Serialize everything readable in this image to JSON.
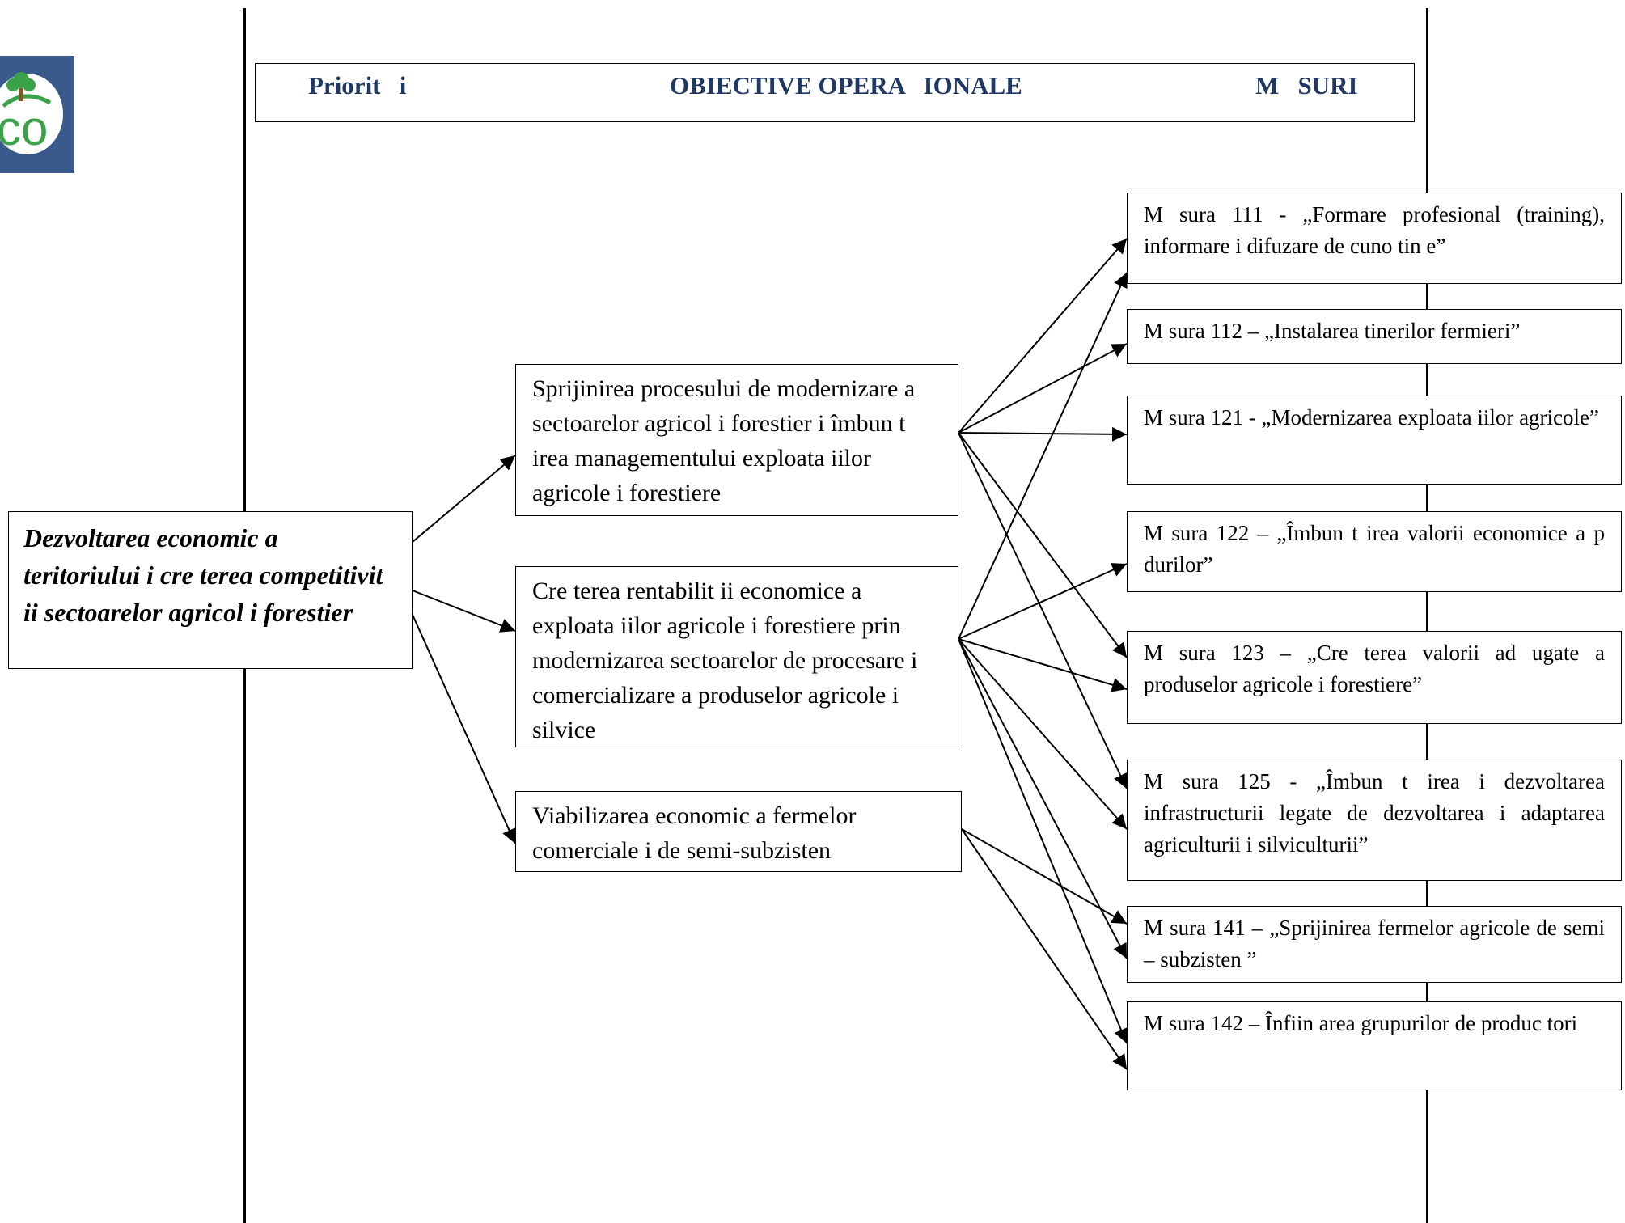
{
  "header": {
    "priorities": "Priorit   i",
    "objectives": "OBIECTIVE OPERA   IONALE",
    "measures": "M   SURI"
  },
  "priority": {
    "text": "Dezvoltarea economic   a teritoriului  i cre  terea competitivit   ii sectoarelor agricol  i forestier"
  },
  "objectives": [
    {
      "text": "Sprijinirea procesului de modernizare a sectoarelor agricol   i forestier  i îmbun  t   irea managementului exploata iilor agricole   i forestiere"
    },
    {
      "text": "Cre  terea rentabilit   ii economice a exploata iilor agricole   i forestiere prin modernizarea sectoarelor de procesare  i comercializare a produselor agricole  i silvice"
    },
    {
      "text": "Viabilizarea economic   a fermelor comerciale   i de semi-subzisten"
    }
  ],
  "measures": [
    {
      "text": "M  sura 111 - „Formare profesional   (training), informare  i difuzare de cuno tin e”"
    },
    {
      "text": "M  sura 112 – „Instalarea tinerilor fermieri”"
    },
    {
      "text": "M  sura 121 - „Modernizarea exploata iilor agricole”"
    },
    {
      "text": "M  sura 122 – „Îmbun  t   irea valorii economice a p  durilor”"
    },
    {
      "text": "M  sura 123 – „Cre  terea valorii ad ugate a produselor agricole  i forestiere”"
    },
    {
      "text": "M  sura 125 - „Îmbun t  irea   i dezvoltarea infrastructurii legate de dezvoltarea  i adaptarea agriculturii  i silviculturii”"
    },
    {
      "text": "M  sura 141 – „Sprijinirea fermelor agricole de semi – subzisten   ”"
    },
    {
      "text": "M  sura 142 – Înfiin area grupurilor de produc  tori"
    }
  ],
  "logo": {
    "icon": "tree-logo-icon",
    "bg": "#3a5a8c",
    "accent": "#3aa34a"
  }
}
